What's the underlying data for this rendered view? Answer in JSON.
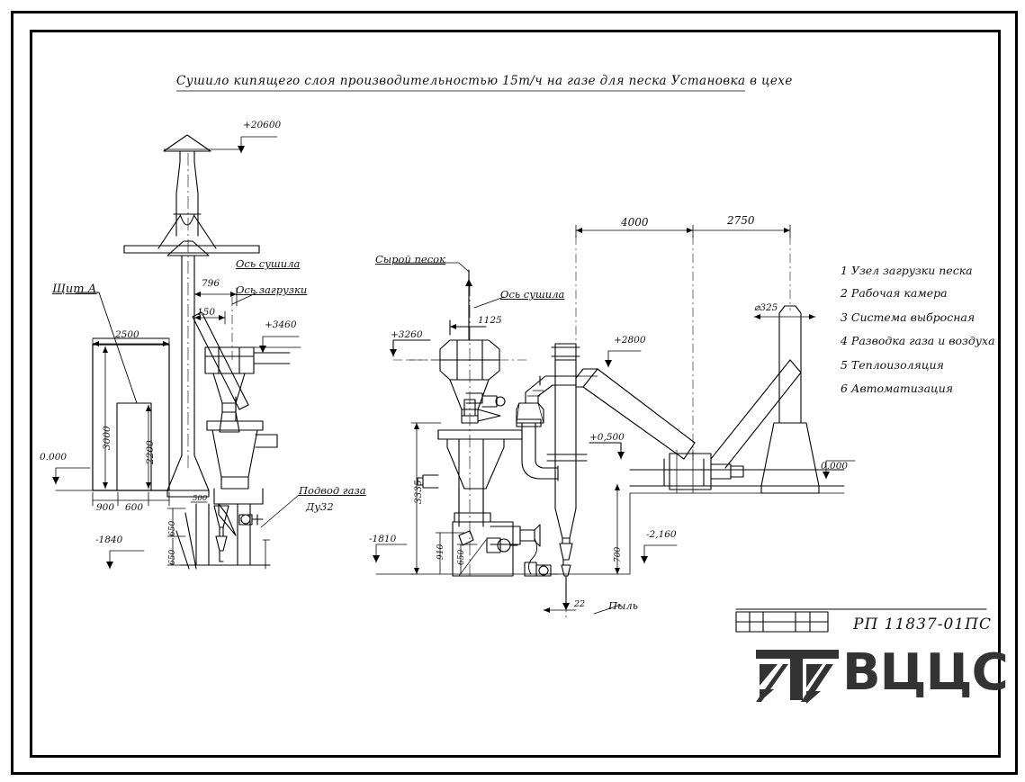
{
  "sheet": {
    "title": "Сушило кипящего слоя производительностью 15т/ч на газе для песка  Установка в цехе",
    "drawing_code": "РП 11837-01ПС",
    "logo_text": "ВЦЦС"
  },
  "legend": {
    "items": [
      "1 Узел загрузки песка",
      "2 Рабочая камера",
      "3 Система выбросная",
      "4 Разводка газа и воздуха",
      "5 Теплоизоляция",
      "6 Автоматизация"
    ]
  },
  "view_left": {
    "notes": [
      {
        "key": "shield_a",
        "text": "Щит А"
      },
      {
        "key": "axis_dryer",
        "text": "Ось сушила"
      },
      {
        "key": "axis_loading",
        "text": "Ось загрузки"
      },
      {
        "key": "gas_supply_1",
        "text": "Подвод газа"
      },
      {
        "key": "gas_supply_2",
        "text": "Ду32"
      }
    ],
    "levels": [
      {
        "key": "top",
        "text": "+20600"
      },
      {
        "key": "platform",
        "text": "+3460"
      },
      {
        "key": "ground",
        "text": "0.000"
      },
      {
        "key": "pit",
        "text": "-1840"
      }
    ],
    "dims": [
      {
        "key": "width_panel",
        "text": "2500"
      },
      {
        "key": "height_panel",
        "text": "3000"
      },
      {
        "key": "height_box",
        "text": "2200"
      },
      {
        "key": "off_left",
        "text": "900"
      },
      {
        "key": "off_right",
        "text": "600"
      },
      {
        "key": "chute_796",
        "text": "796"
      },
      {
        "key": "chute_150",
        "text": "150"
      },
      {
        "key": "base_500",
        "text": "500"
      },
      {
        "key": "pit_650_a",
        "text": "650"
      },
      {
        "key": "pit_650_b",
        "text": "650"
      }
    ]
  },
  "view_middle": {
    "notes": [
      {
        "key": "raw_sand",
        "text": "Сырой песок"
      },
      {
        "key": "axis_dryer",
        "text": "Ось сушила"
      },
      {
        "key": "dust",
        "text": "Пыль"
      }
    ],
    "levels": [
      {
        "key": "hopper",
        "text": "+3260"
      },
      {
        "key": "pit",
        "text": "-1810"
      },
      {
        "key": "cyclone",
        "text": "+0,500"
      }
    ],
    "dims": [
      {
        "key": "neck_1125",
        "text": "1125"
      },
      {
        "key": "height_3335",
        "text": "3335"
      },
      {
        "key": "door_910",
        "text": "910"
      },
      {
        "key": "base_650",
        "text": "650"
      },
      {
        "key": "dust_700",
        "text": "700"
      },
      {
        "key": "dust_22",
        "text": "22"
      }
    ]
  },
  "view_right": {
    "levels": [
      {
        "key": "duct",
        "text": "+2800"
      },
      {
        "key": "floor",
        "text": "-2,160"
      },
      {
        "key": "ground",
        "text": "0.000"
      }
    ],
    "dims": [
      {
        "key": "span_4000",
        "text": "4000"
      },
      {
        "key": "span_2750",
        "text": "2750"
      },
      {
        "key": "stack_dia",
        "text": "⌀325"
      }
    ]
  },
  "title_block": {
    "cells": [
      "",
      "",
      "",
      "",
      "",
      "",
      "",
      ""
    ]
  }
}
